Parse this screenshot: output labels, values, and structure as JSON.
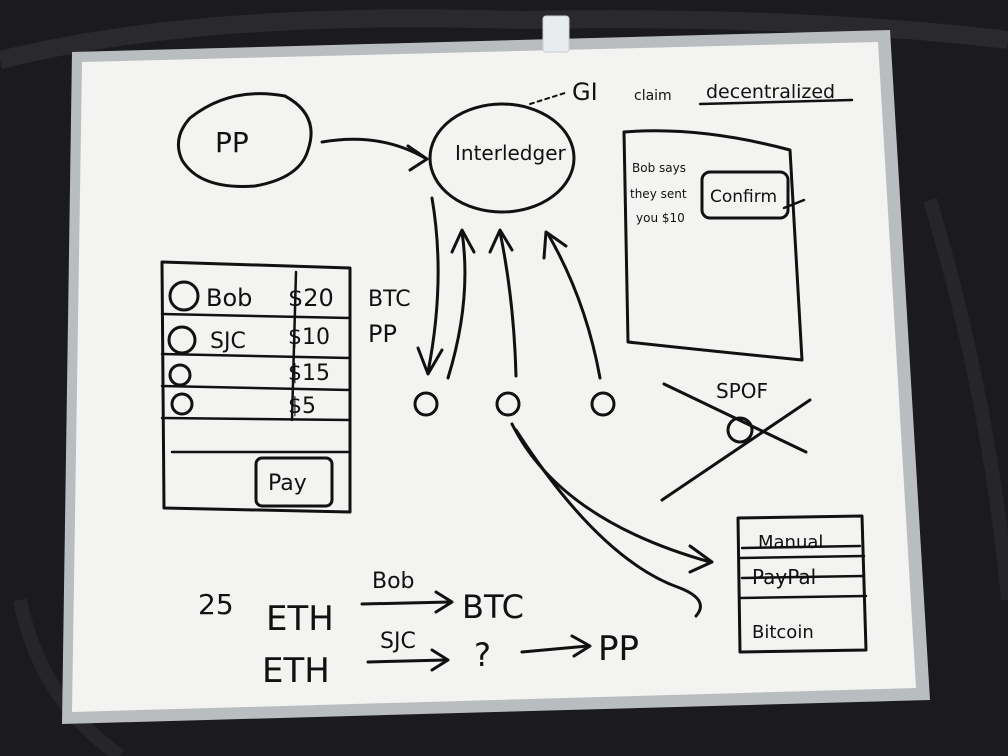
{
  "whiteboard": {
    "pp_bubble": "PP",
    "interledger": "Interledger",
    "header_note": {
      "prefix": "GI",
      "middle": "claim",
      "underlined": "decentralized"
    },
    "confirm_dialog": {
      "message_line1": "Bob says",
      "message_line2": "they sent",
      "message_line3": "you $10",
      "button": "Confirm"
    },
    "payment_list": {
      "rows": [
        {
          "name": "Bob",
          "amount": "$20"
        },
        {
          "name": "SJC",
          "amount": "$10"
        },
        {
          "name": "",
          "amount": "$15"
        },
        {
          "name": "",
          "amount": "$5"
        }
      ],
      "pay_button": "Pay"
    },
    "side_labels": [
      "BTC",
      "PP"
    ],
    "spof_label": "SPOF",
    "options_box": {
      "manual": "Manual",
      "paypal": "PayPal",
      "bitcoin": "Bitcoin"
    },
    "bottom_flow": {
      "amount": "25",
      "line1": {
        "from": "ETH",
        "via": "Bob",
        "to": "BTC"
      },
      "line2": {
        "from": "ETH",
        "via": "SJC",
        "middle": "?",
        "to": "PP"
      }
    }
  },
  "colors": {
    "board": "#f3f3f1",
    "frame": "#b9bcbf",
    "marker": "#111111",
    "background": "#1b1b1d"
  }
}
